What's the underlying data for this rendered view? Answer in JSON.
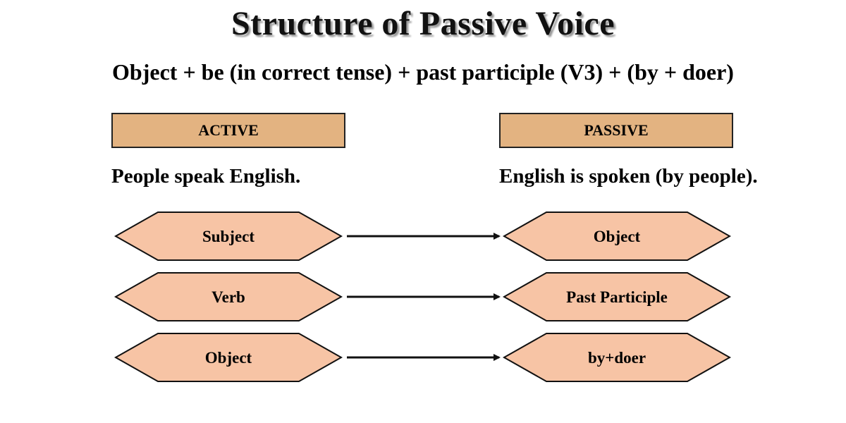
{
  "title": "Structure of Passive Voice",
  "formula": "Object + be (in correct tense) + past participle (V3) + (by + doer)",
  "colors": {
    "header_fill": "#e3b381",
    "hexagon_fill": "#f7c4a5",
    "stroke": "#111111"
  },
  "active": {
    "header": "ACTIVE",
    "example": "People speak English."
  },
  "passive": {
    "header": "PASSIVE",
    "example": "English is spoken (by people)."
  },
  "mappings": [
    {
      "from": "Subject",
      "to": "Object"
    },
    {
      "from": "Verb",
      "to": "Past Participle"
    },
    {
      "from": "Object",
      "to": "by+doer"
    }
  ]
}
